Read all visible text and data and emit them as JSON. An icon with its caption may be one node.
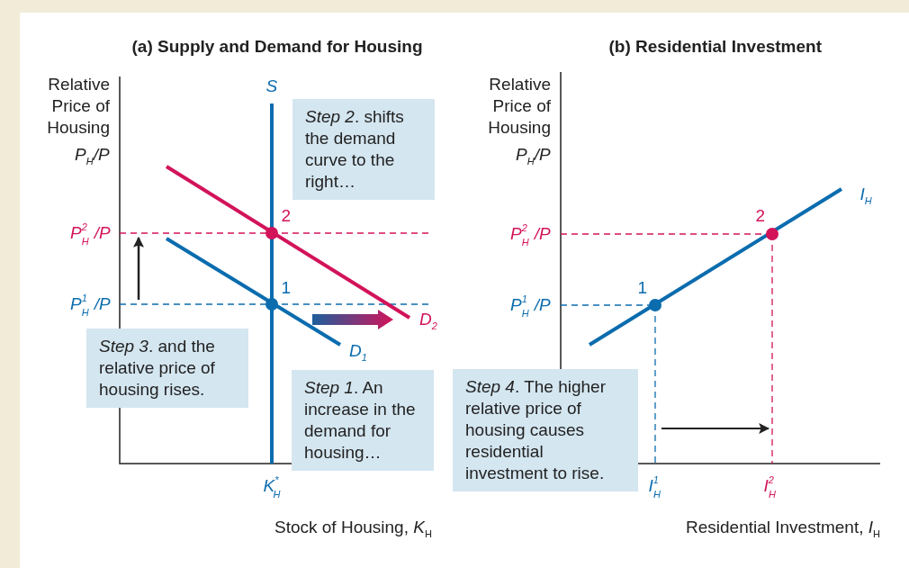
{
  "diagram": {
    "nodes": [
      {
        "text": [
          "*Step 2*. shifts the demand curve to the right…"
        ]
      },
      {
        "text": [
          "*Step 3*. and the relative price of housing rises."
        ]
      },
      {
        "text": [
          "*Step 1*. An increase in the demand for housing…"
        ]
      },
      {
        "text": [
          "*Step 4*. The higher relative price of housing causes residential investment to rise."
        ]
      }
    ],
    "labels": [
      "(a) Supply and Demand for Housing",
      "(b) Residential Investment",
      "Relative Price of Housing",
      "P$_{H}$/P",
      "S",
      "Relative Price of Housing",
      "P$_{H}$/P",
      "I$_{H}$",
      "2",
      "2",
      "P$^{2}$$_{H}$/P",
      "P$^{2}$$_{H}$/P",
      "1",
      "1",
      "P$^{1}$$_{H}$/P",
      "P$^{1}$$_{H}$/P",
      "D$_{2}$",
      "D$_{1}$",
      "K$^{*}$$_{H}$",
      "I$^{1}$$_{H}$",
      "I$^{2}$$_{H}$",
      "Stock of Housing, *K*$_{H}$",
      "Residential Investment, *I*$_{H}$"
    ]
  }
}
